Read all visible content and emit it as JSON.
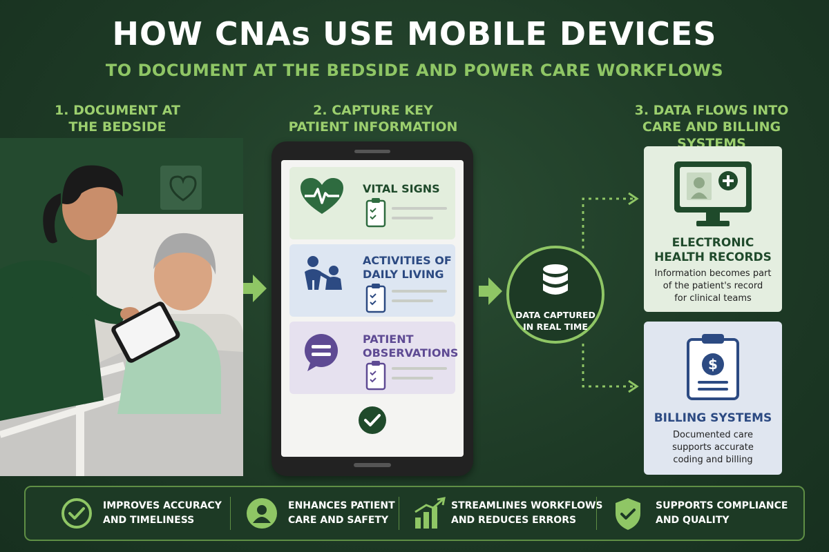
{
  "header": {
    "title": "HOW CNAs USE MOBILE DEVICES",
    "subtitle": "TO DOCUMENT AT THE BEDSIDE AND POWER CARE WORKFLOWS"
  },
  "steps": [
    {
      "line1": "1. DOCUMENT AT",
      "line2": "THE BEDSIDE"
    },
    {
      "line1": "2. CAPTURE KEY",
      "line2": "PATIENT INFORMATION"
    },
    {
      "line1": "3. DATA FLOWS INTO",
      "line2": "CARE AND BILLING SYSTEMS"
    }
  ],
  "tablet_cards": [
    {
      "line1": "VITAL SIGNS",
      "line2": ""
    },
    {
      "line1": "ACTIVITIES OF",
      "line2": "DAILY LIVING"
    },
    {
      "line1": "PATIENT",
      "line2": "OBSERVATIONS"
    }
  ],
  "hub": {
    "line1": "DATA CAPTURED",
    "line2": "IN REAL TIME"
  },
  "panels": [
    {
      "title1": "ELECTRONIC",
      "title2": "HEALTH RECORDS",
      "desc1": "Information becomes part",
      "desc2": "of the patient's record",
      "desc3": "for clinical teams"
    },
    {
      "title1": "BILLING SYSTEMS",
      "title2": "",
      "desc1": "Documented care",
      "desc2": "supports accurate",
      "desc3": "coding and billing"
    }
  ],
  "footer": [
    {
      "line1": "IMPROVES ACCURACY",
      "line2": "AND TIMELINESS"
    },
    {
      "line1": "ENHANCES PATIENT",
      "line2": "CARE AND SAFETY"
    },
    {
      "line1": "STREAMLINES WORKFLOWS",
      "line2": "AND REDUCES ERRORS"
    },
    {
      "line1": "SUPPORTS COMPLIANCE",
      "line2": "AND QUALITY"
    }
  ],
  "colors": {
    "background": "#1f3d28",
    "accent": "#8fc665",
    "vitals_card": "#e3eedd",
    "adl_card": "#dde6f2",
    "observations_card": "#e6e1ef",
    "navy": "#2c4a82",
    "purple": "#5e4a93"
  }
}
